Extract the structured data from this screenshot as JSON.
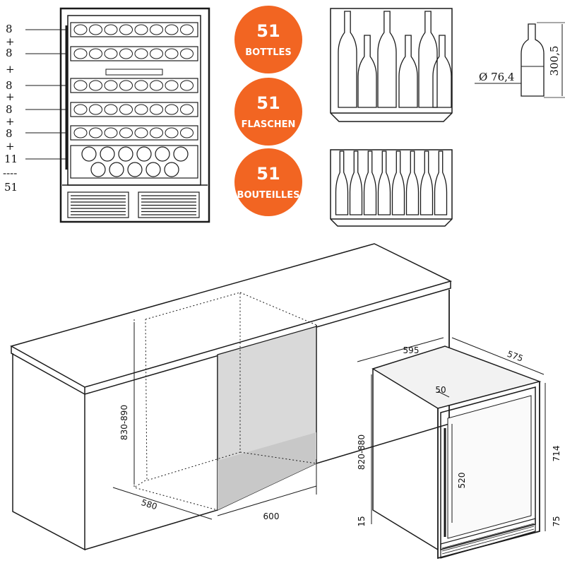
{
  "shelf_counts": {
    "rows": [
      {
        "count": "8",
        "sep": "+"
      },
      {
        "count": "8",
        "sep": "+"
      },
      {
        "count": "8",
        "sep": "+"
      },
      {
        "count": "8",
        "sep": "+"
      },
      {
        "count": "8",
        "sep": "+"
      },
      {
        "count": "11",
        "sep": ""
      }
    ],
    "divider": "----",
    "total": "51"
  },
  "badges": [
    {
      "number": "51",
      "label": "BOTTLES"
    },
    {
      "number": "51",
      "label": "FLASCHEN"
    },
    {
      "number": "51",
      "label": "BOUTEILLES"
    }
  ],
  "bottle_dims": {
    "diameter": "Ø 76,4",
    "height": "300,5"
  },
  "niche_dims": {
    "height": "830-890",
    "depth": "580",
    "width": "600"
  },
  "unit_dims": {
    "width": "595",
    "depth": "575",
    "door_offset": "50",
    "height_range": "820-880",
    "door_height": "520",
    "body_height": "714",
    "base_left": "15",
    "base_right": "75"
  },
  "colors": {
    "badge": "#f26522",
    "line": "#1a1a1a",
    "niche_fill": "#d9d9d9"
  }
}
